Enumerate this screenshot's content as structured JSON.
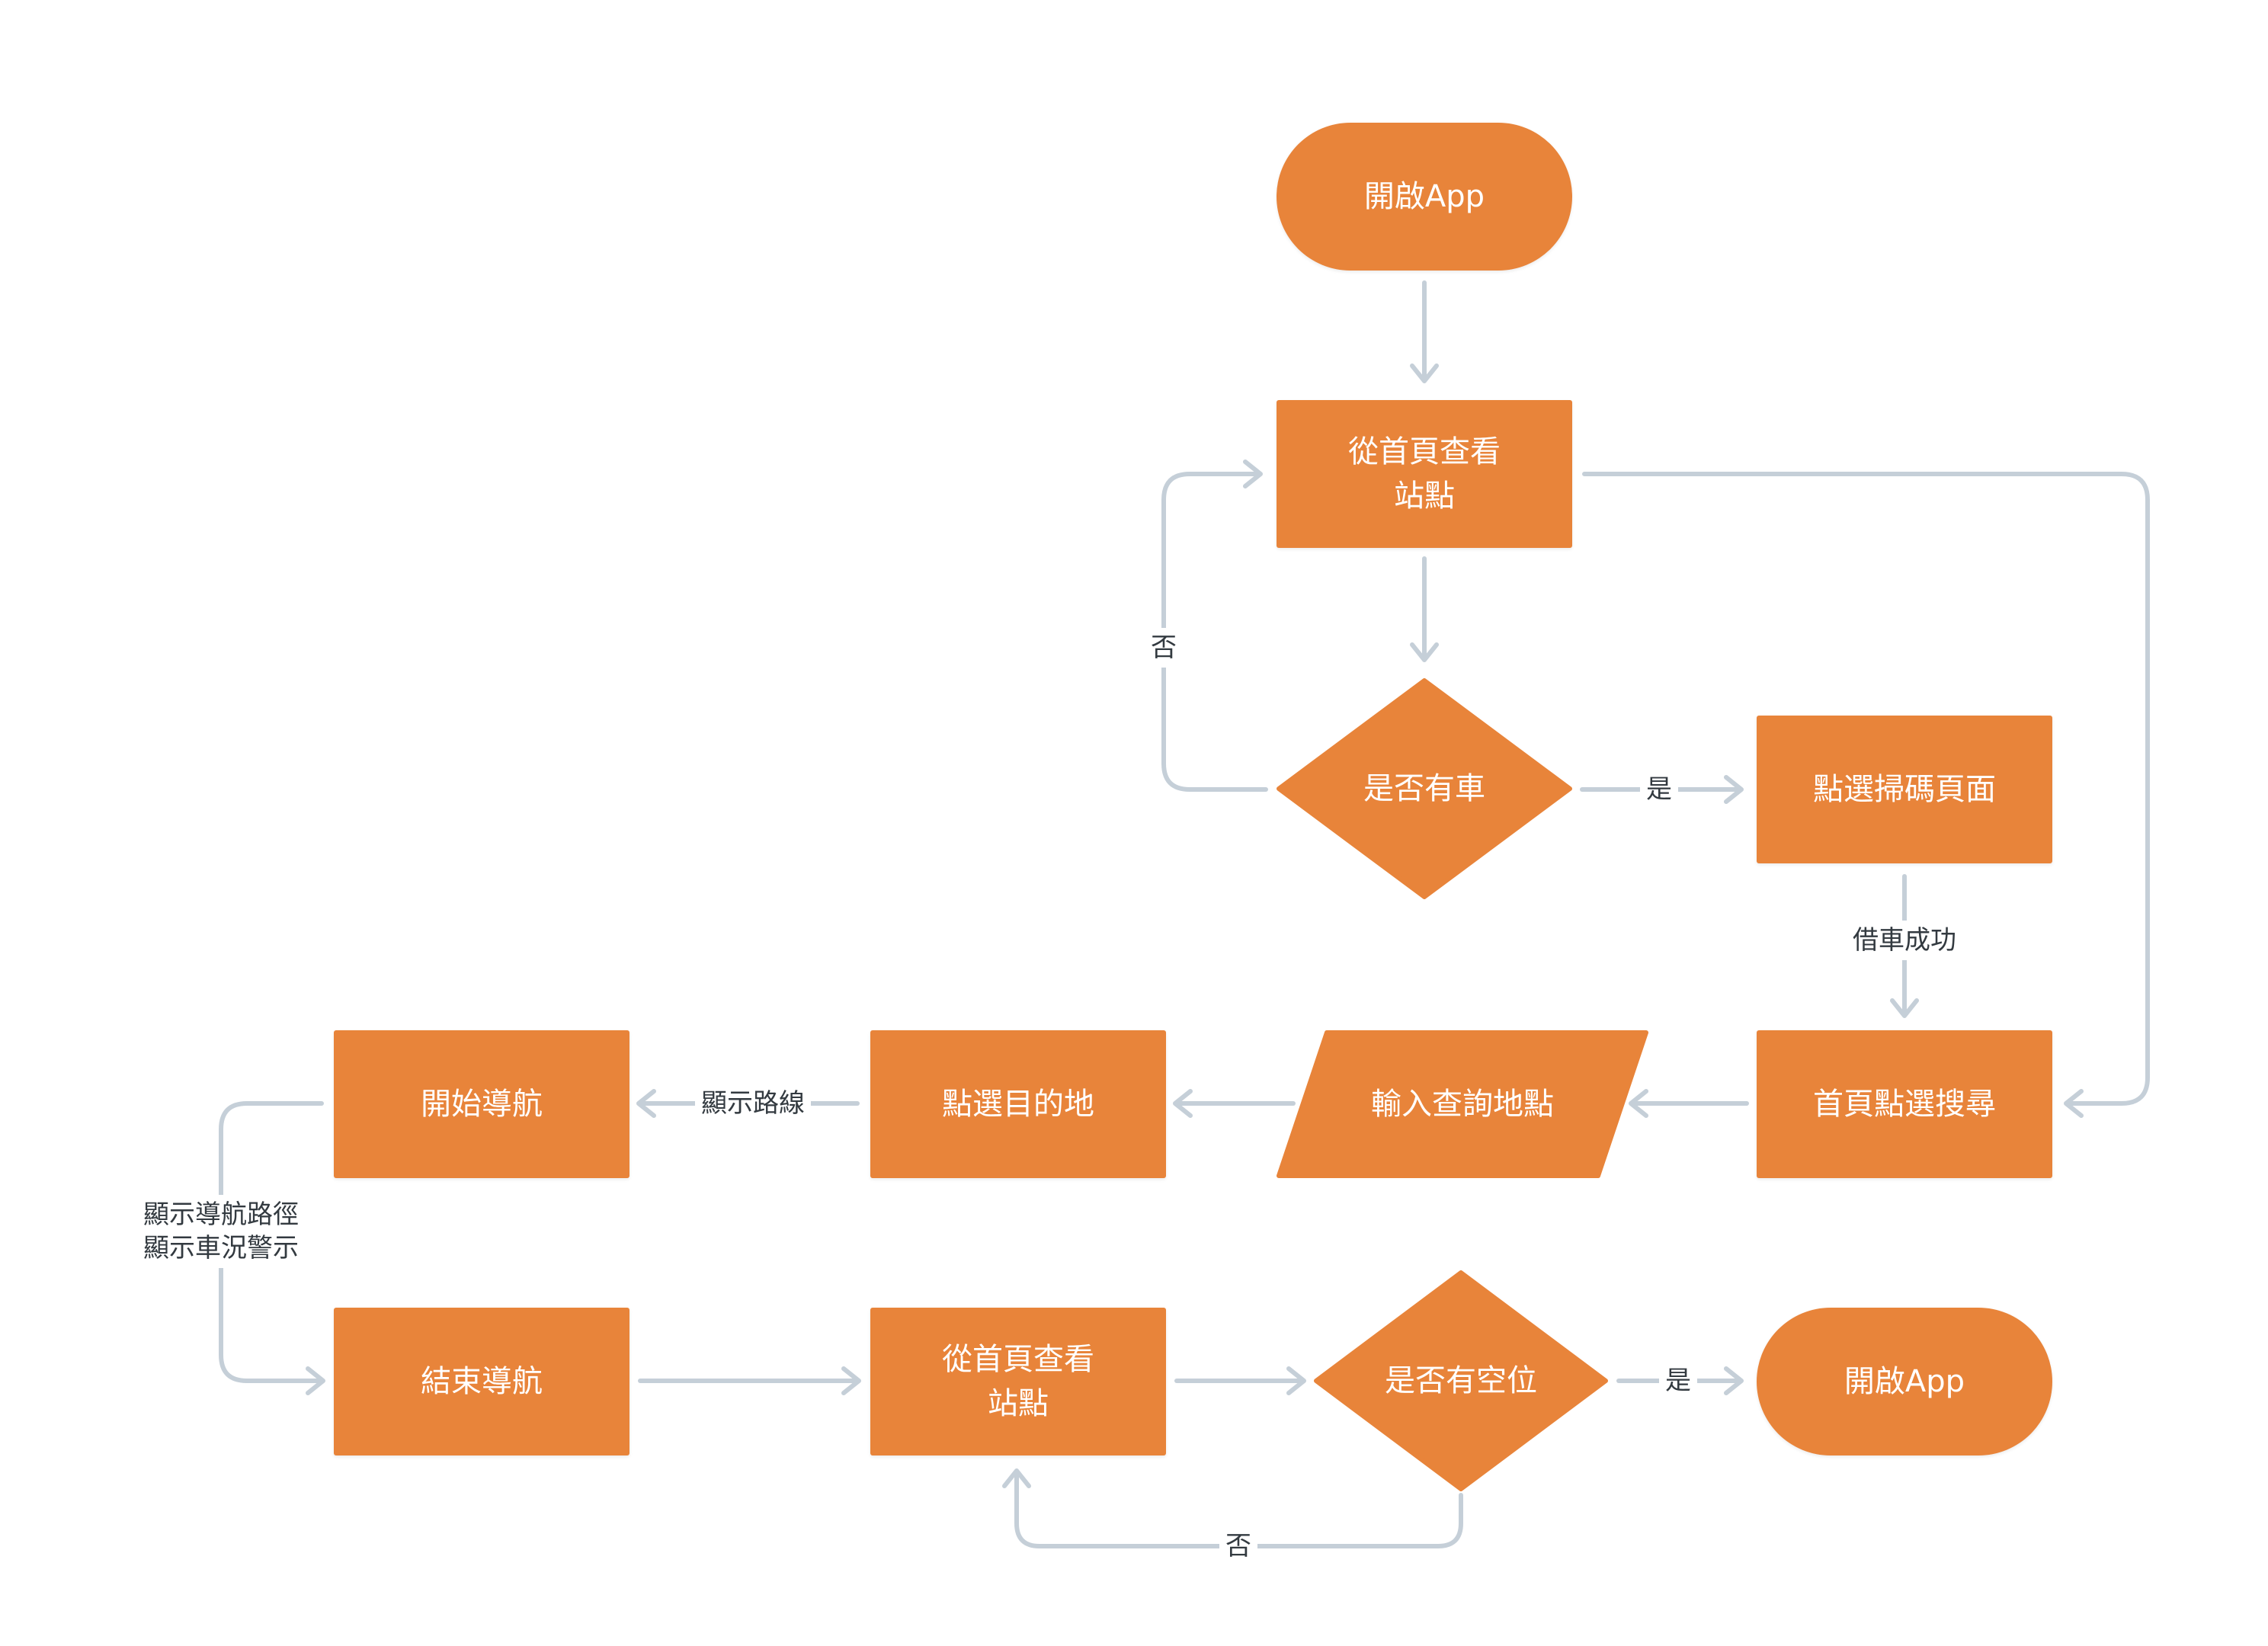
{
  "colors": {
    "node_fill": "#e8843a",
    "node_text": "#ffffff",
    "connector": "#c5cfd8",
    "label_text": "#333a40"
  },
  "nodes": {
    "open_app_top": "開啟App",
    "view_stations_top": "從首頁查看\n站點",
    "has_bike": "是否有車",
    "scan_page": "點選掃碼頁面",
    "home_search": "首頁點選搜尋",
    "enter_location": "輸入查詢地點",
    "select_destination": "點選目的地",
    "start_navigation": "開始導航",
    "end_navigation": "結束導航",
    "view_stations_bottom": "從首頁查看\n站點",
    "has_space": "是否有空位",
    "open_app_bottom": "開啟App"
  },
  "edge_labels": {
    "no_top": "否",
    "yes_top": "是",
    "borrow_success": "借車成功",
    "show_route": "顯示路線",
    "nav_info": "顯示導航路徑\n顯示車況警示",
    "yes_bottom": "是",
    "no_bottom": "否"
  }
}
